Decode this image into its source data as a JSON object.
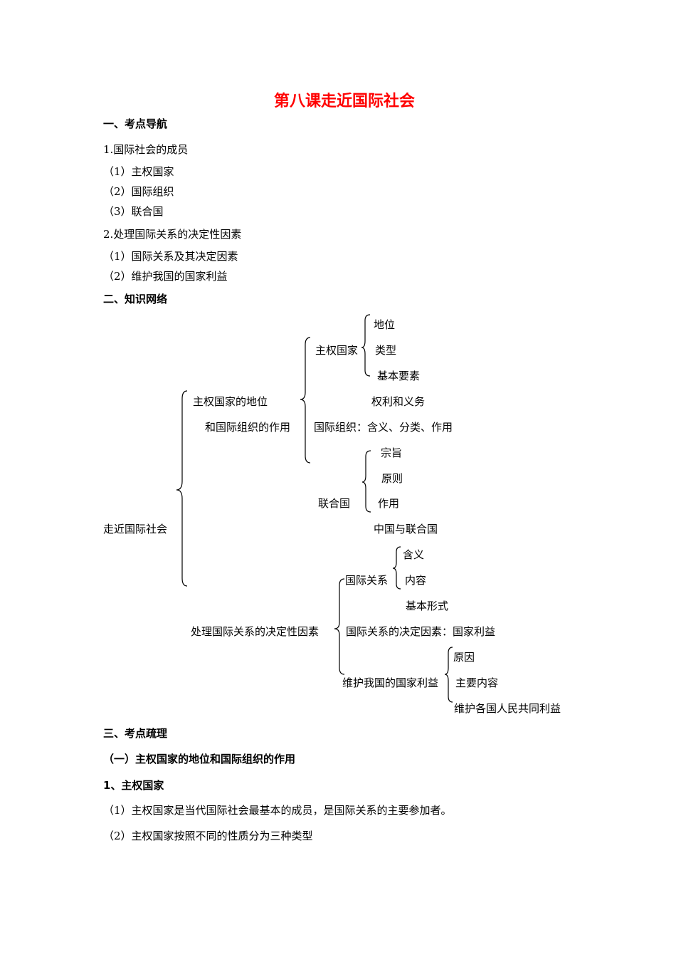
{
  "title": "第八课走近国际社会",
  "sections": {
    "s1": "一、考点导航",
    "s2": "二、知识网络",
    "s3": "三、考点疏理"
  },
  "nav": {
    "item1": "1.国际社会的成员",
    "item1_subs": [
      "（1）主权国家",
      "（2）国际组织",
      "（3）联合国"
    ],
    "item2": "2.处理国际关系的决定性因素",
    "item2_subs": [
      "（1）国际关系及其决定因素",
      "（2）维护我国的国家利益"
    ]
  },
  "mindmap": {
    "root": "走近国际社会",
    "branch1_line1": "主权国家的地位",
    "branch1_line2": "和国际组织的作用",
    "sovereign": "主权国家",
    "sovereign_items": [
      "地位",
      "类型",
      "基本要素",
      "权利和义务"
    ],
    "intl_org": "国际组织：含义、分类、作用",
    "un": "联合国",
    "un_items": [
      "宗旨",
      "原则",
      "作用",
      "中国与联合国"
    ],
    "branch2": "处理国际关系的决定性因素",
    "intl_rel": "国际关系",
    "intl_rel_items": [
      "含义",
      "内容",
      "基本形式"
    ],
    "decisive": "国际关系的决定因素：国家利益",
    "national_interest": "维护我国的国家利益",
    "national_interest_items": [
      "原因",
      "主要内容",
      "维护各国人民共同利益"
    ]
  },
  "review": {
    "sub1": "（一）主权国家的地位和国际组织的作用",
    "point1": "1、主权国家",
    "lines": [
      "（1）主权国家是当代国际社会最基本的成员，是国际关系的主要参加者。",
      "（2）主权国家按照不同的性质分为三种类型"
    ]
  }
}
